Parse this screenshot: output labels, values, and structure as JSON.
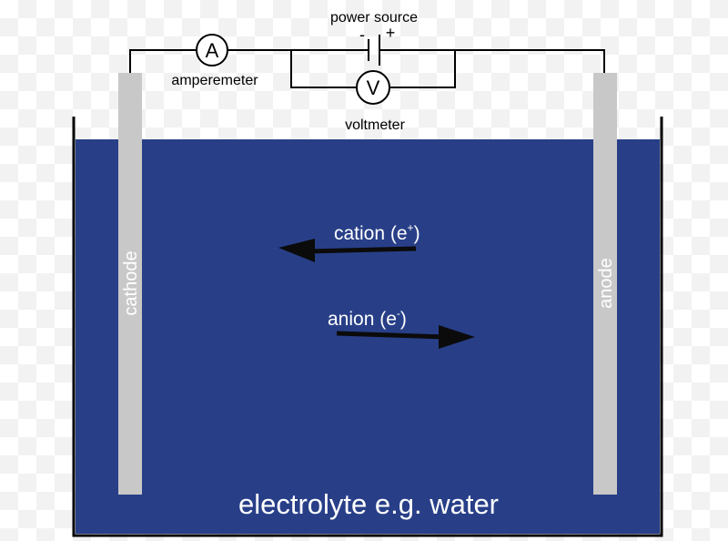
{
  "colors": {
    "electrolyte": "#283f88",
    "electrode": "#c8c8c8",
    "wire": "#000000",
    "arrow": "#0b0b0b",
    "white_text": "#ffffff",
    "black_text": "#000000"
  },
  "labels": {
    "power_source": "power source",
    "minus": "-",
    "plus": "+",
    "ammeter_symbol": "A",
    "ammeter": "amperemeter",
    "voltmeter_symbol": "V",
    "voltmeter": "voltmeter",
    "cathode": "cathode",
    "anode": "anode",
    "cation_text": "cation (e",
    "cation_charge": "+",
    "anion_text": "anion (e",
    "anion_charge": "-",
    "close_paren": ")",
    "electrolyte": "electrolyte e.g. water"
  }
}
